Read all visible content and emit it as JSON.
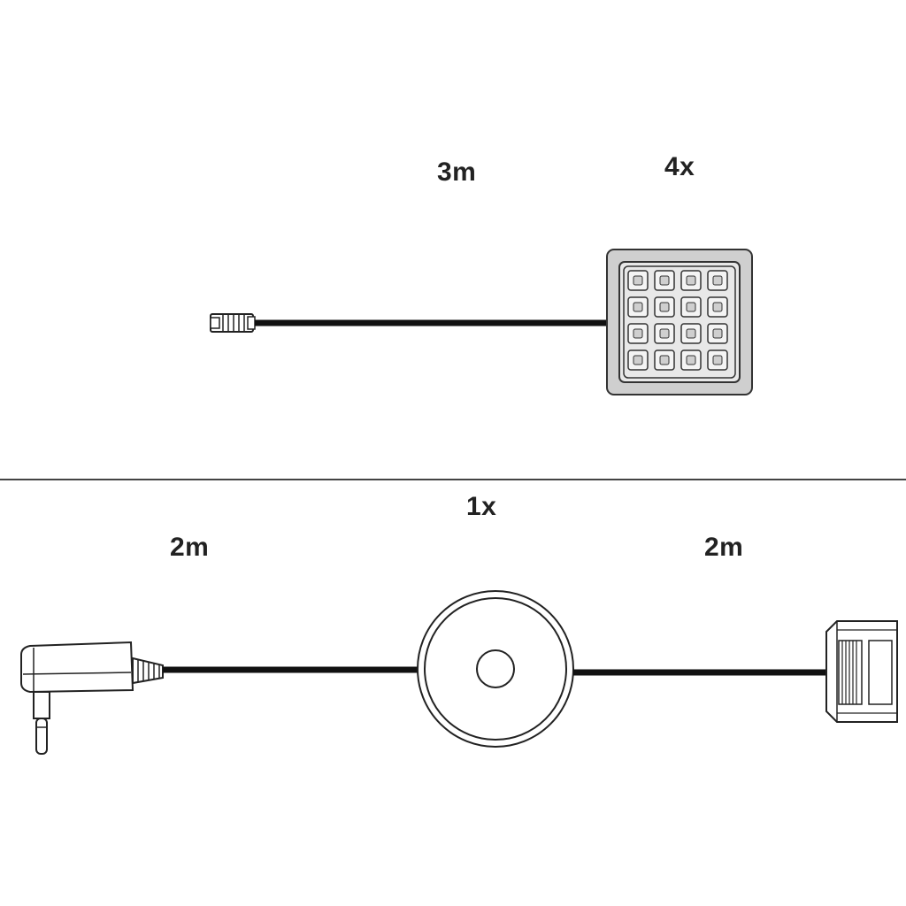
{
  "top_section": {
    "cable_length_label": "3m",
    "quantity_label": "4x"
  },
  "bottom_section": {
    "quantity_label": "1x",
    "left_cable_length_label": "2m",
    "right_cable_length_label": "2m"
  },
  "colors": {
    "cable": "#111111",
    "outline": "#222222",
    "panel_fill": "#cfcfcf",
    "panel_inner": "#e8e8e8",
    "divider": "#444444",
    "text": "#222222"
  },
  "icons": {
    "top_connector": "connector-plug-icon",
    "led_panel": "led-panel-icon",
    "power_adapter": "power-adapter-icon",
    "switch_unit": "round-switch-icon",
    "distributor": "distributor-box-icon"
  }
}
